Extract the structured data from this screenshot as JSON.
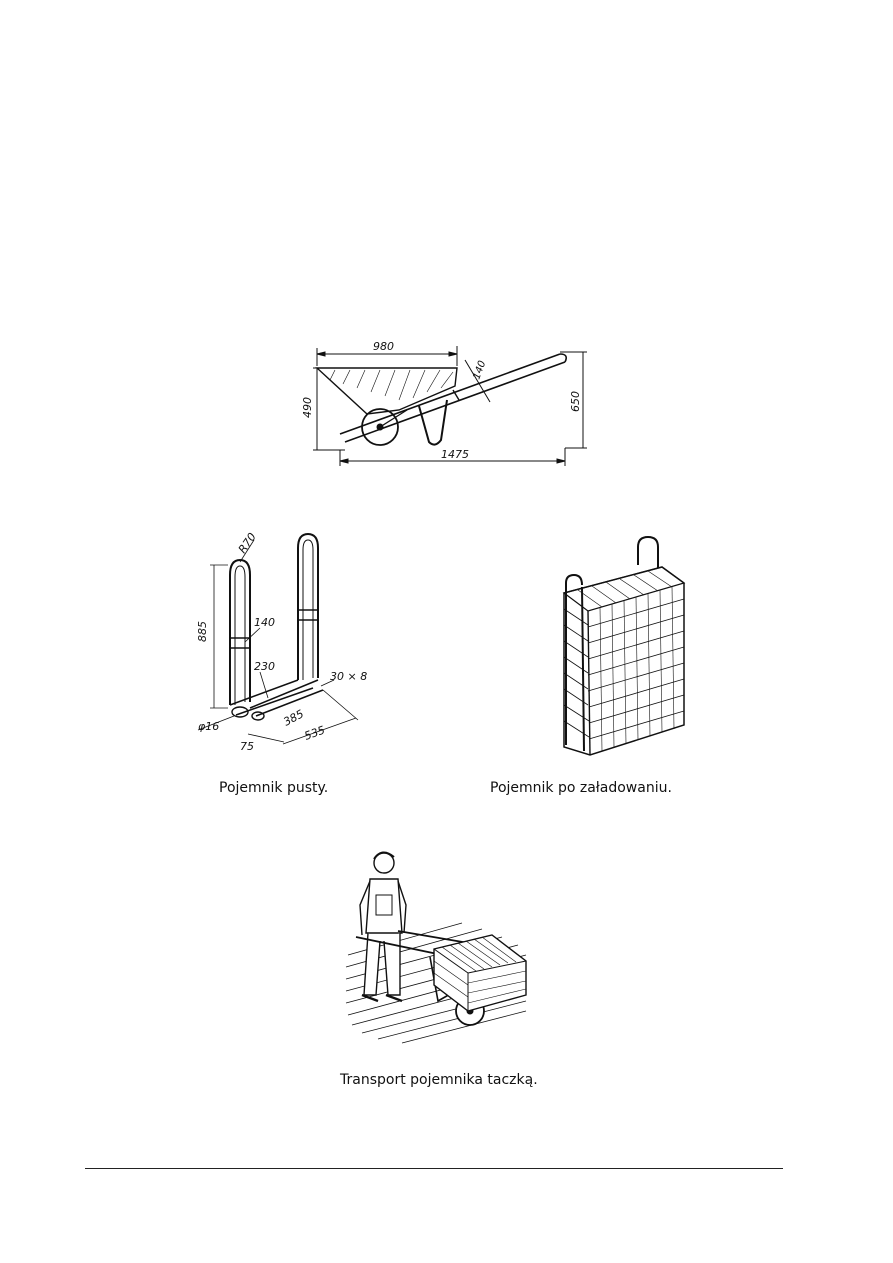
{
  "wheelbarrow_dims": {
    "top_length": "980",
    "side_height": "490",
    "slant": "140",
    "total_height": "650",
    "total_length": "1475"
  },
  "container_dims": {
    "radius": "R70",
    "height": "885",
    "rung": "140",
    "inner": "230",
    "flat_bar": "30 × 8",
    "depth": "385",
    "width": "535",
    "rod": "φ16",
    "offset": "75"
  },
  "captions": {
    "empty": "Pojemnik pusty.",
    "loaded": "Pojemnik po załadowaniu.",
    "transport": "Transport pojemnika taczką."
  }
}
